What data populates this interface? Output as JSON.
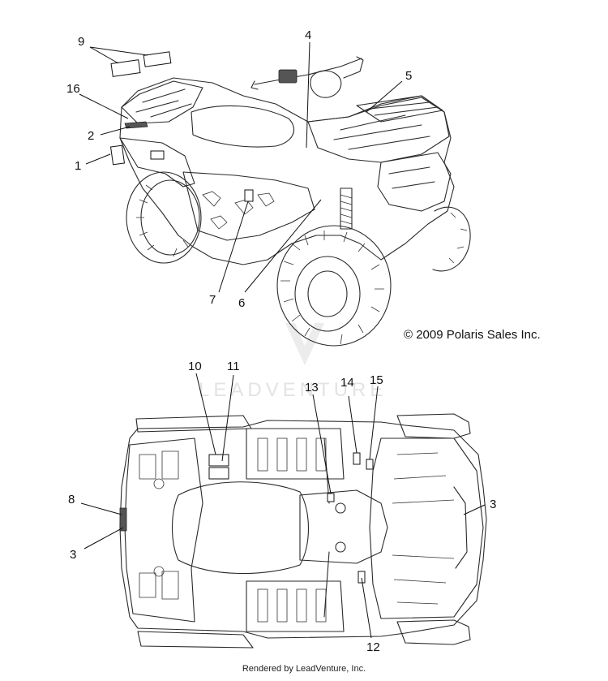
{
  "copyright": "© 2009 Polaris Sales Inc.",
  "watermark": "LEADVENTURE",
  "footer": "Rendered by LeadVenture, Inc.",
  "callouts": {
    "c1": "1",
    "c2": "2",
    "c3a": "3",
    "c3b": "3",
    "c4": "4",
    "c5": "5",
    "c6": "6",
    "c7": "7",
    "c8": "8",
    "c9": "9",
    "c10": "10",
    "c11": "11",
    "c12": "12",
    "c13": "13",
    "c14": "14",
    "c15": "15",
    "c16": "16"
  }
}
